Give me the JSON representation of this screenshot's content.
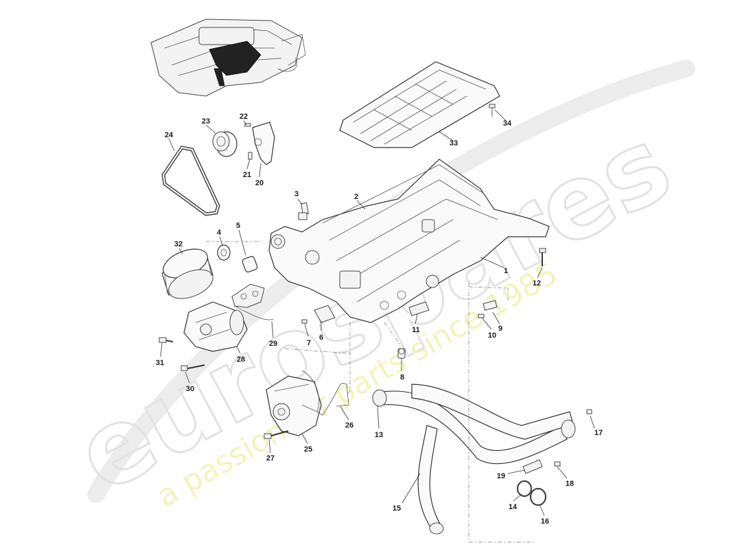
{
  "watermark": {
    "brand": "eurospares",
    "tagline": "a passion for parts since 1985"
  },
  "callouts": [
    "1",
    "2",
    "3",
    "4",
    "5",
    "6",
    "7",
    "8",
    "9",
    "10",
    "11",
    "12",
    "13",
    "14",
    "15",
    "16",
    "17",
    "18",
    "19",
    "20",
    "21",
    "22",
    "23",
    "24",
    "25",
    "26",
    "27",
    "28",
    "29",
    "30",
    "31",
    "32",
    "33",
    "34"
  ],
  "colors": {
    "line": "#333333",
    "watermark_gray": "#e2e2e2",
    "watermark_yellow": "#f1f0a8",
    "highlight": "#222222"
  }
}
